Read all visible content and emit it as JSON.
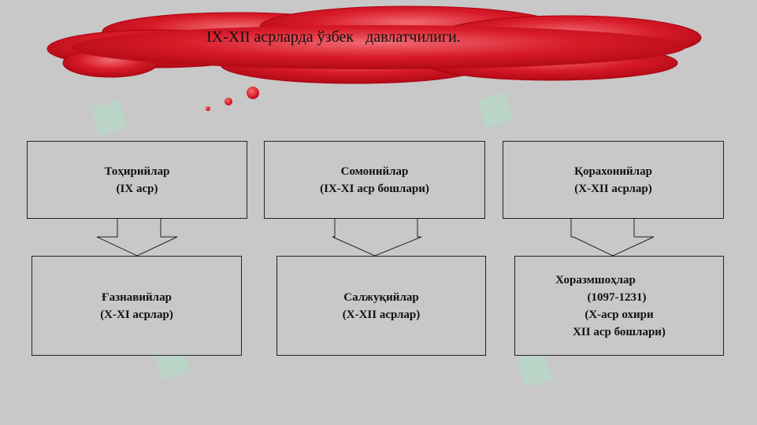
{
  "title": "IX-XII асрларда ўзбек   давлатчилиги.",
  "top_row": [
    {
      "name": "Тоҳирийлар",
      "period": "(IX аср)"
    },
    {
      "name": "Сомонийлар",
      "period": "(IX-XI аср бошлари)"
    },
    {
      "name": "Қорахонийлар",
      "period": "(X-XII асрлар)"
    }
  ],
  "bottom_row": [
    {
      "name": "Ғазнавийлар",
      "period": "(X-XI асрлар)"
    },
    {
      "name": "Салжуқийлар",
      "period": "(X-XII асрлар)"
    },
    {
      "name": "Хоразмшоҳлар",
      "years": "(1097-1231)",
      "period_1": "(X-аср охири",
      "period_2": "XII аср бошлари)"
    }
  ],
  "colors": {
    "cloud": "#d0101e",
    "background": "#c8c8c8",
    "watermark": "#a0ebc8"
  }
}
